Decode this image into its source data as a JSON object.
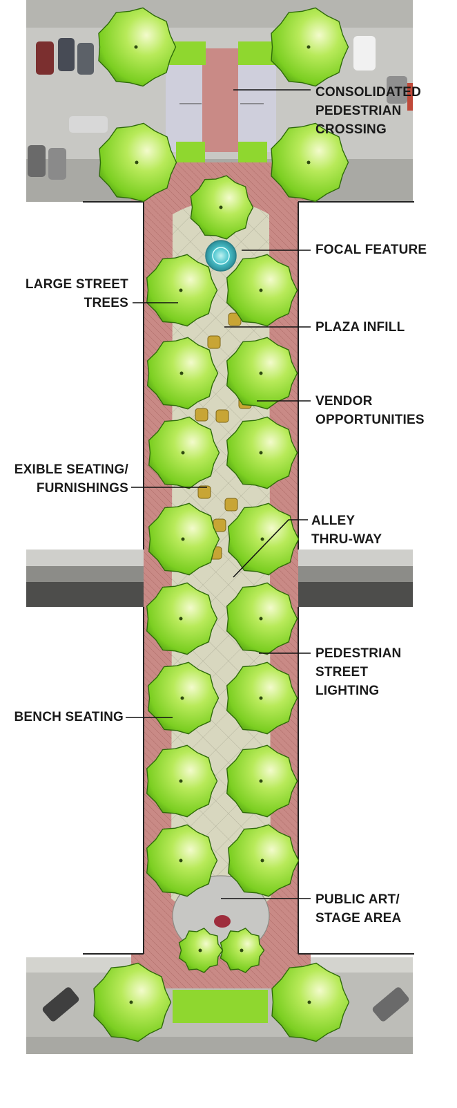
{
  "labels": {
    "crossing": {
      "lines": [
        "CONSOLIDATED",
        "PEDESTRIAN",
        "CROSSING"
      ]
    },
    "focal": {
      "lines": [
        "FOCAL FEATURE"
      ]
    },
    "plaza": {
      "lines": [
        "PLAZA INFILL"
      ]
    },
    "vendor": {
      "lines": [
        "VENDOR",
        "OPPORTUNITIES"
      ]
    },
    "alley": {
      "lines": [
        "ALLEY",
        "THRU-WAY"
      ]
    },
    "lighting": {
      "lines": [
        "PEDESTRIAN",
        "STREET",
        "LIGHTING"
      ]
    },
    "publicart": {
      "lines": [
        "PUBLIC ART/",
        "STAGE AREA"
      ]
    },
    "trees": {
      "lines": [
        "LARGE STREET",
        "TREES"
      ]
    },
    "seating": {
      "lines": [
        "EXIBLE SEATING/",
        "FURNISHINGS"
      ]
    },
    "bench": {
      "lines": [
        "BENCH SEATING"
      ]
    }
  },
  "colors": {
    "paving": "#c98a86",
    "paving_dark": "#a9625f",
    "plaza": "#d8d7bf",
    "tree": "#8fd72f",
    "tree_light": "#e6f7a8",
    "street": "#c9c9c9",
    "asphalt": "#5a5a58",
    "fountain": "#4fc6cf"
  }
}
